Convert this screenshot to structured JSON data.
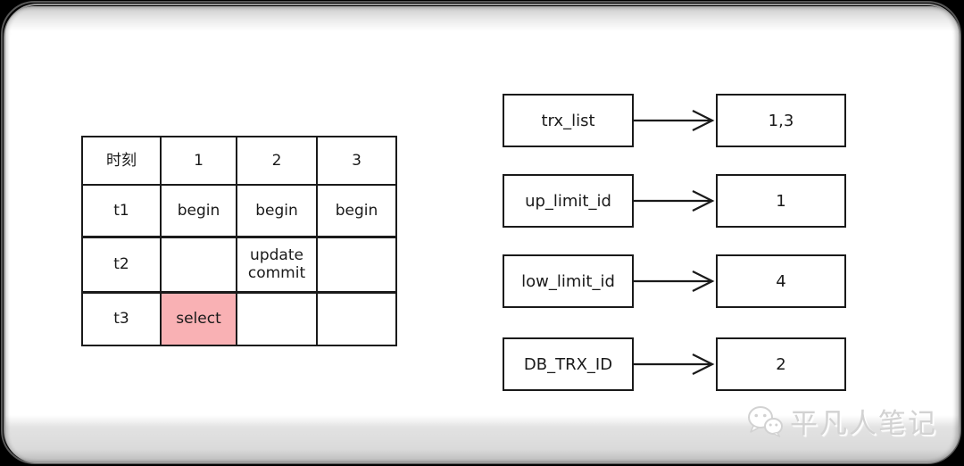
{
  "table": {
    "header": [
      "时刻",
      "1",
      "2",
      "3"
    ],
    "rows": [
      {
        "time": "t1",
        "cells": [
          "begin",
          "begin",
          "begin"
        ]
      },
      {
        "time": "t2",
        "cells": [
          "",
          "update\ncommit",
          ""
        ]
      },
      {
        "time": "t3",
        "cells": [
          "select",
          "",
          ""
        ]
      }
    ],
    "highlighted_cell": {
      "row": "t3",
      "column": "1",
      "value": "select"
    }
  },
  "mappings": [
    {
      "label": "trx_list",
      "value": "1,3"
    },
    {
      "label": "up_limit_id",
      "value": "1"
    },
    {
      "label": "low_limit_id",
      "value": "4"
    },
    {
      "label": "DB_TRX_ID",
      "value": "2"
    }
  ],
  "watermark": {
    "icon": "wechat-icon",
    "text": "平凡人笔记"
  },
  "colors": {
    "highlight_pink": "#F9B1B4",
    "line_black": "#1a1a1a",
    "watermark_gray": "#d2d2d2",
    "page_white": "#ffffff",
    "background_black": "#000000"
  }
}
